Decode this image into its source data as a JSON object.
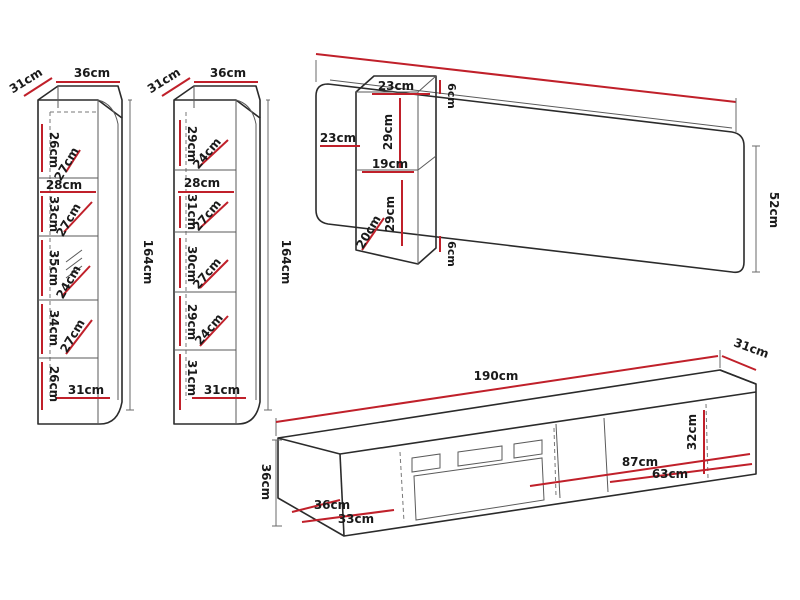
{
  "colors": {
    "dimension_line": "#c0202a",
    "outline": "#2b2b2b"
  },
  "cabinet_left": {
    "depth": "31cm",
    "width": "36cm",
    "height": "164cm",
    "shelves": [
      "26cm",
      "27cm",
      "28cm",
      "33cm",
      "27cm",
      "35cm",
      "24cm",
      "34cm",
      "27cm",
      "26cm"
    ],
    "base_depth": "31cm"
  },
  "cabinet_middle": {
    "depth": "31cm",
    "width": "36cm",
    "height": "164cm",
    "shelves": [
      "29cm",
      "24cm",
      "28cm",
      "31cm",
      "27cm",
      "30cm",
      "27cm",
      "29cm",
      "24cm",
      "31cm"
    ],
    "base_depth": "31cm"
  },
  "wall_panel": {
    "shelf_width": "23cm",
    "top_height": "6cm",
    "side_depth": "23cm",
    "upper_height": "29cm",
    "inner_width": "19cm",
    "lower_height": "29cm",
    "bottom_depth": "20cm",
    "bottom_height": "6cm",
    "panel_height": "52cm"
  },
  "tv_unit": {
    "length": "190cm",
    "depth": "31cm",
    "height": "36cm",
    "inner_height": "32cm",
    "right_width": "87cm",
    "right_inner": "63cm",
    "left_depth": "36cm",
    "left_width": "33cm"
  }
}
